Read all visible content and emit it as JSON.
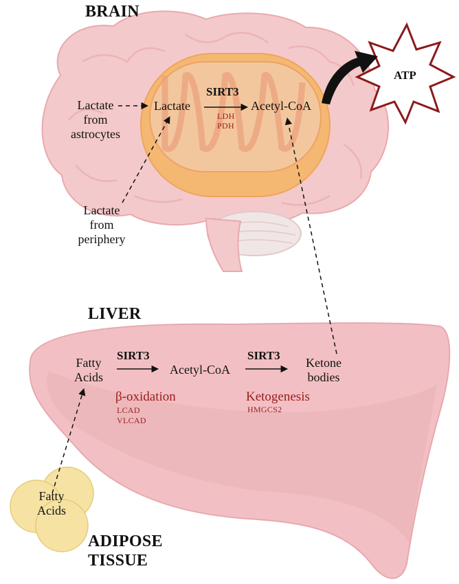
{
  "brain": {
    "title": "BRAIN",
    "lactate_astro": "Lactate from astrocytes",
    "lactate_astro_lines": [
      "Lactate",
      "from",
      "astrocytes"
    ],
    "lactate": "Lactate",
    "sirt3": "SIRT3",
    "acetyl_coa": "Acetyl-CoA",
    "enzymes": [
      "LDH",
      "PDH"
    ],
    "lactate_periph_lines": [
      "Lactate",
      "from",
      "periphery"
    ],
    "atp": "ATP"
  },
  "liver": {
    "title": "LIVER",
    "fatty_acids_lines": [
      "Fatty",
      "Acids"
    ],
    "sirt3_1": "SIRT3",
    "acetyl_coa": "Acetyl-CoA",
    "sirt3_2": "SIRT3",
    "ketone_lines": [
      "Ketone",
      "bodies"
    ],
    "beta_ox": "β-oxidation",
    "beta_enzymes": [
      "LCAD",
      "VLCAD"
    ],
    "ketogenesis": "Ketogenesis",
    "keto_enzymes": [
      "HMGCS2"
    ]
  },
  "adipose": {
    "fatty_acids_lines": [
      "Fatty",
      "Acids"
    ],
    "title_lines": [
      "ADIPOSE",
      "TISSUE"
    ]
  },
  "colors": {
    "brain": "#f4c9cb",
    "liver": "#f2c0c4",
    "mito": "#f5b872",
    "adipose": "#f6e3a3",
    "red_text": "#9b1b1b"
  }
}
